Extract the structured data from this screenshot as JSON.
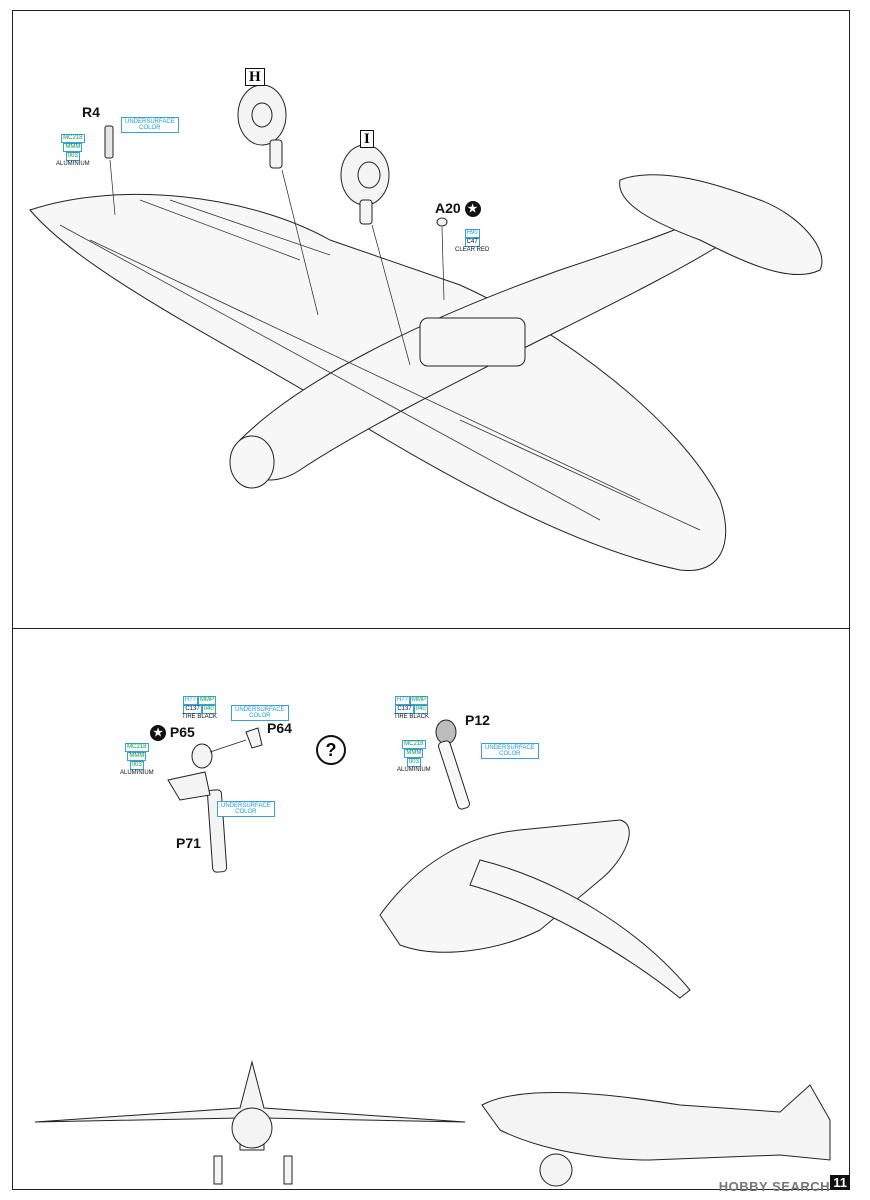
{
  "labels": {
    "r4": "R4",
    "h": "H",
    "i": "I",
    "a20": "A20",
    "p65": "P65",
    "p64": "P64",
    "p71": "P71",
    "p12": "P12"
  },
  "colors": {
    "undersurface": "UNDERSURFACE\nCOLOR",
    "aluminium_codes": [
      "MC218",
      "MMM",
      "003"
    ],
    "aluminium_name": "ALUMINIUM",
    "clear_red_codes": [
      "H90",
      "C47"
    ],
    "clear_red_name": "CLEAR RED",
    "tire_codes_top": [
      "H77",
      "MMP"
    ],
    "tire_codes_bottom": [
      "C137",
      "040"
    ],
    "tire_name": "TIRE BLACK"
  },
  "question_mark": "?",
  "watermark": "HOBBY SEARCH",
  "page_number": "11",
  "accent_colors": {
    "mr_color_green": "#0a9a4a",
    "cyan_box": "#3aa0d8"
  }
}
